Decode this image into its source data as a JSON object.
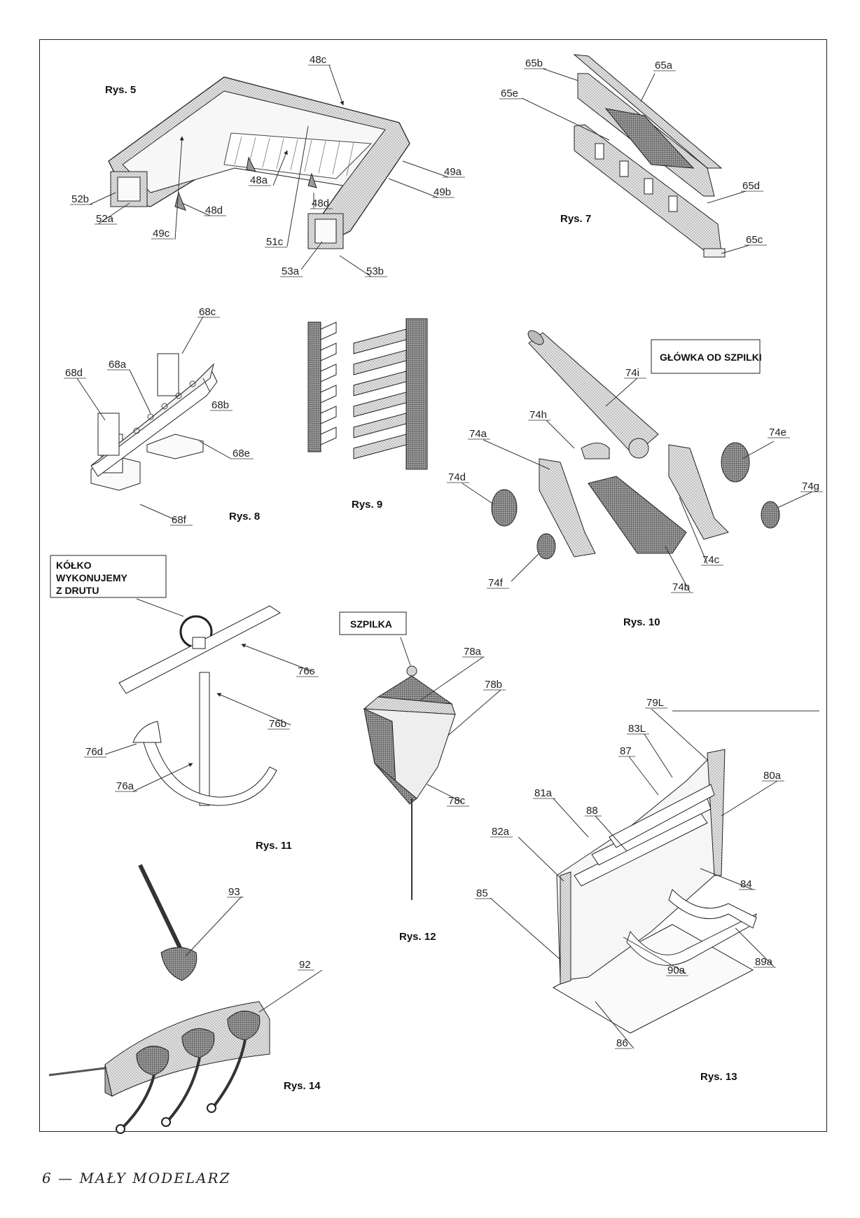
{
  "footer": "6 — MAŁY MODELARZ",
  "figures": {
    "rys5": {
      "caption": "Rys. 5",
      "labels": [
        "48c",
        "52b",
        "52a",
        "49c",
        "48d",
        "48a",
        "48d",
        "51c",
        "53a",
        "53b",
        "49a",
        "49b"
      ]
    },
    "rys7": {
      "caption": "Rys. 7",
      "labels": [
        "65b",
        "65a",
        "65e",
        "65d",
        "65c"
      ]
    },
    "rys8": {
      "caption": "Rys. 8",
      "labels": [
        "68c",
        "68a",
        "68d",
        "68b",
        "68e",
        "68f"
      ]
    },
    "rys9": {
      "caption": "Rys. 9"
    },
    "rys10": {
      "caption": "Rys. 10",
      "callout": "GŁÓWKA OD SZPILKI",
      "labels": [
        "74i",
        "74h",
        "74a",
        "74e",
        "74d",
        "74g",
        "74c",
        "74f",
        "74b"
      ]
    },
    "rys11": {
      "caption": "Rys. 11",
      "callout": [
        "KÓŁKO",
        "WYKONUJEMY",
        "Z DRUTU"
      ],
      "labels": [
        "76c",
        "76b",
        "76d",
        "76a"
      ]
    },
    "rys12": {
      "caption": "Rys. 12",
      "callout": "SZPILKA",
      "labels": [
        "78a",
        "78b",
        "78c"
      ]
    },
    "rys13": {
      "caption": "Rys. 13",
      "labels": [
        "79L",
        "83L",
        "87",
        "80a",
        "81a",
        "88",
        "82a",
        "84",
        "85",
        "89a",
        "90a",
        "86"
      ]
    },
    "rys14": {
      "caption": "Rys. 14",
      "labels": [
        "93",
        "92"
      ]
    }
  }
}
